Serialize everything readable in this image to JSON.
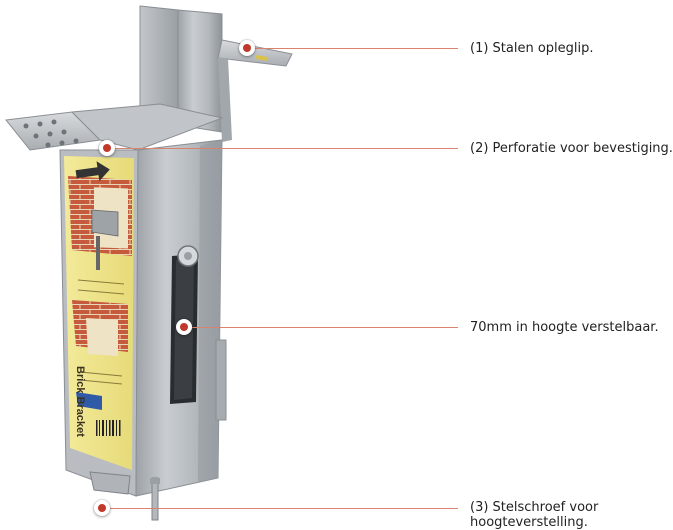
{
  "colors": {
    "accent": "#c0392b",
    "line": "#d9826f",
    "text": "#222222",
    "steel": "#b7bbbf",
    "label_yellow": "#efe58a",
    "brick": "#c4573a"
  },
  "icons": [
    "brick-bracket-product-photo",
    "callout-marker"
  ],
  "product": {
    "box_brand": "Brick Bracket"
  },
  "callouts": [
    {
      "label": "(1) Stalen opleglip."
    },
    {
      "label": "(2) Perforatie voor bevestiging."
    },
    {
      "label": "70mm in hoogte verstelbaar."
    },
    {
      "label": "(3) Stelschroef voor",
      "label_line2": "hoogteverstelling."
    }
  ]
}
